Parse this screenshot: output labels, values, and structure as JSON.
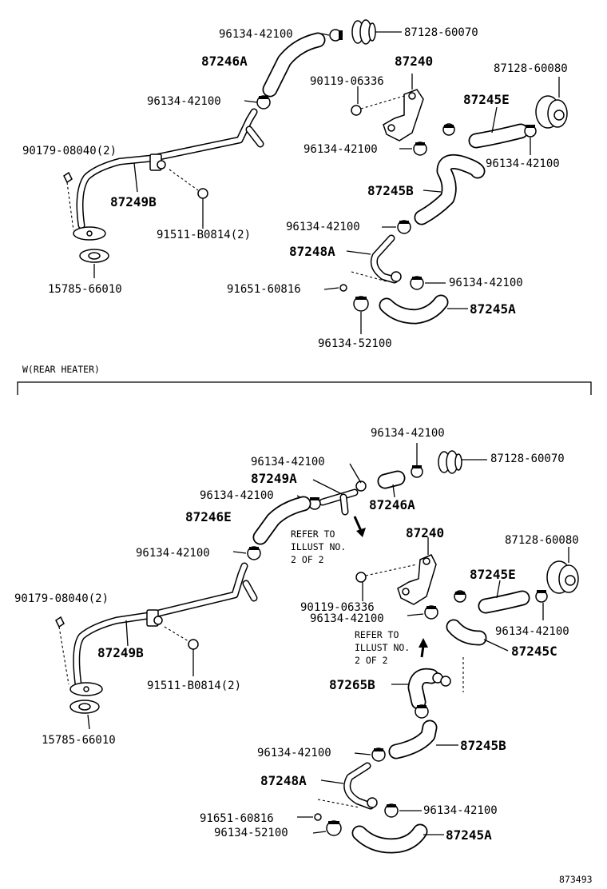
{
  "top_section": {
    "labels": {
      "clamp_a": "96134-42100",
      "grommet_a": "87128-60070",
      "hose_246a": "87246A",
      "bracket_240": "87240",
      "bolt_336": "90119-06336",
      "grommet_b": "87128-60080",
      "clamp_b": "96134-42100",
      "hose_245e": "87245E",
      "clamp_c": "96134-42100",
      "clamp_d": "96134-42100",
      "nut_040": "90179-08040(2)",
      "pipe_249b": "87249B",
      "hose_245b": "87245B",
      "bolt_814": "91511-B0814(2)",
      "clamp_e": "96134-42100",
      "pipe_248a": "87248A",
      "gasket": "15785-66010",
      "screw_816": "91651-60816",
      "clamp_f": "96134-42100",
      "hose_245a": "87245A",
      "clamp_g": "96134-52100"
    }
  },
  "section_title": "W(REAR HEATER)",
  "bottom_section": {
    "labels": {
      "clamp_a": "96134-42100",
      "clamp_b": "96134-42100",
      "grommet_a": "87128-60070",
      "pipe_249a": "87249A",
      "clamp_c": "96134-42100",
      "hose_246a": "87246A",
      "hose_246e": "87246E",
      "refer_1_line1": "REFER TO",
      "refer_1_line2": "ILLUST NO.",
      "refer_1_line3": "2 OF 2",
      "bracket_240": "87240",
      "grommet_b": "87128-60080",
      "clamp_d": "96134-42100",
      "hose_245e": "87245E",
      "nut_040": "90179-08040(2)",
      "bolt_336": "90119-06336",
      "clamp_e": "96134-42100",
      "clamp_f": "96134-42100",
      "refer_2_line1": "REFER TO",
      "refer_2_line2": "ILLUST NO.",
      "refer_2_line3": "2 OF 2",
      "pipe_249b": "87249B",
      "hose_245c": "87245C",
      "bolt_814": "91511-B0814(2)",
      "hose_265b": "87265B",
      "gasket": "15785-66010",
      "hose_245b": "87245B",
      "clamp_g": "96134-42100",
      "pipe_248a": "87248A",
      "clamp_h": "96134-42100",
      "screw_816": "91651-60816",
      "clamp_i": "96134-52100",
      "hose_245a": "87245A"
    }
  },
  "illustration_number": "873493"
}
